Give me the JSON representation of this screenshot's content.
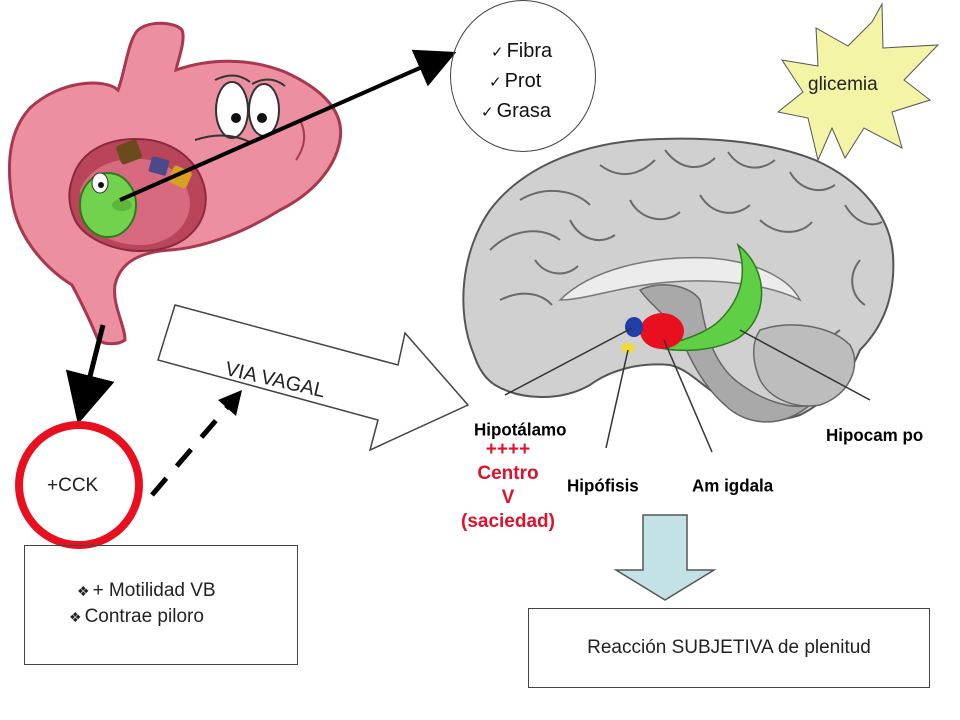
{
  "nutrients": {
    "items": [
      "Fibra",
      "Prot",
      "Grasa"
    ]
  },
  "glicemia": {
    "label": "glicemia"
  },
  "cck": {
    "label": "+CCK"
  },
  "vagal": {
    "label": "VIA VAGAL"
  },
  "effects": {
    "items": [
      "+ Motilidad VB",
      "Contrae piloro"
    ]
  },
  "center": {
    "line1": "++++",
    "line2": "Centro",
    "line3": "V",
    "line4": "(saciedad)"
  },
  "reaction": {
    "label": "Reacción SUBJETIVA de plenitud"
  },
  "brain_labels": {
    "hipotalamo": "Hipotálamo",
    "hipocampo": "Hipocam po",
    "hipofisis": "Hipófisis",
    "amigdala": "Am igdala"
  },
  "colors": {
    "stomach": "#e88a9c",
    "stomach_dark": "#9b3347",
    "food_green": "#6fcf4a",
    "brain": "#c8c8c8",
    "hippocampus": "#5fcf46",
    "amygdala": "#e8101f",
    "hypothalamus": "#1e3ea8",
    "pituitary": "#f0d83a",
    "glicemia_star": "#f3f4a6",
    "cck_circle": "#e8101f",
    "center_text": "#e0112b",
    "down_arrow": "#c2e2e6"
  }
}
